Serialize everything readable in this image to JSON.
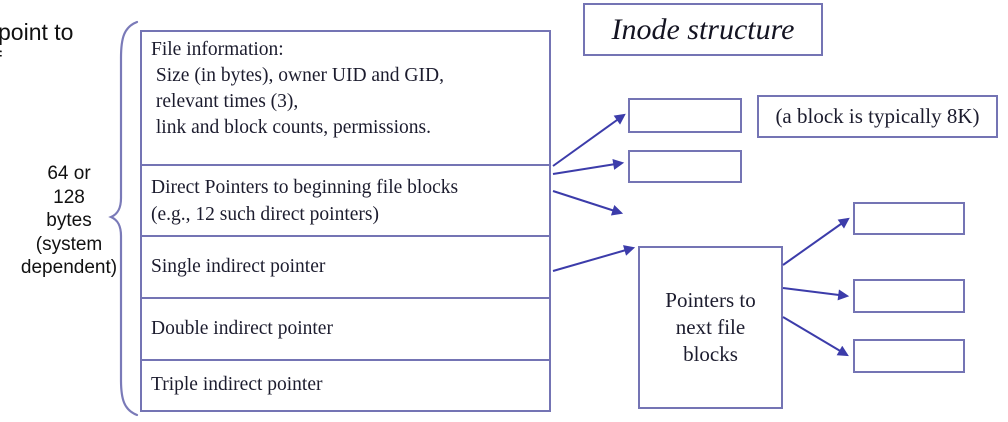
{
  "colors": {
    "border-color": "#7474b4",
    "arrow-color": "#3c3caa",
    "serif-text": "#1c1c2e",
    "sans-text": "#111111",
    "bg": "#ffffff"
  },
  "left_margin": {
    "clipped_line1": "point to",
    "clipped_line2": "f"
  },
  "size_label": {
    "text": "64 or\n128\nbytes\n(system\ndependent)"
  },
  "title": {
    "text": "Inode structure"
  },
  "inode_table": {
    "rows": [
      {
        "name": "file-information",
        "text": "File information:\n Size (in bytes), owner UID and GID,\n relevant times (3),\n link and block counts, permissions."
      },
      {
        "name": "direct-pointers",
        "text": "Direct Pointers to beginning file blocks\n(e.g., 12 such direct pointers)"
      },
      {
        "name": "single-indirect",
        "text": "Single indirect pointer"
      },
      {
        "name": "double-indirect",
        "text": "Double indirect pointer"
      },
      {
        "name": "triple-indirect",
        "text": "Triple indirect pointer"
      }
    ]
  },
  "block_note": {
    "text": "(a block is typically 8K)"
  },
  "pointers_box": {
    "text": "Pointers to\nnext file\nblocks"
  }
}
